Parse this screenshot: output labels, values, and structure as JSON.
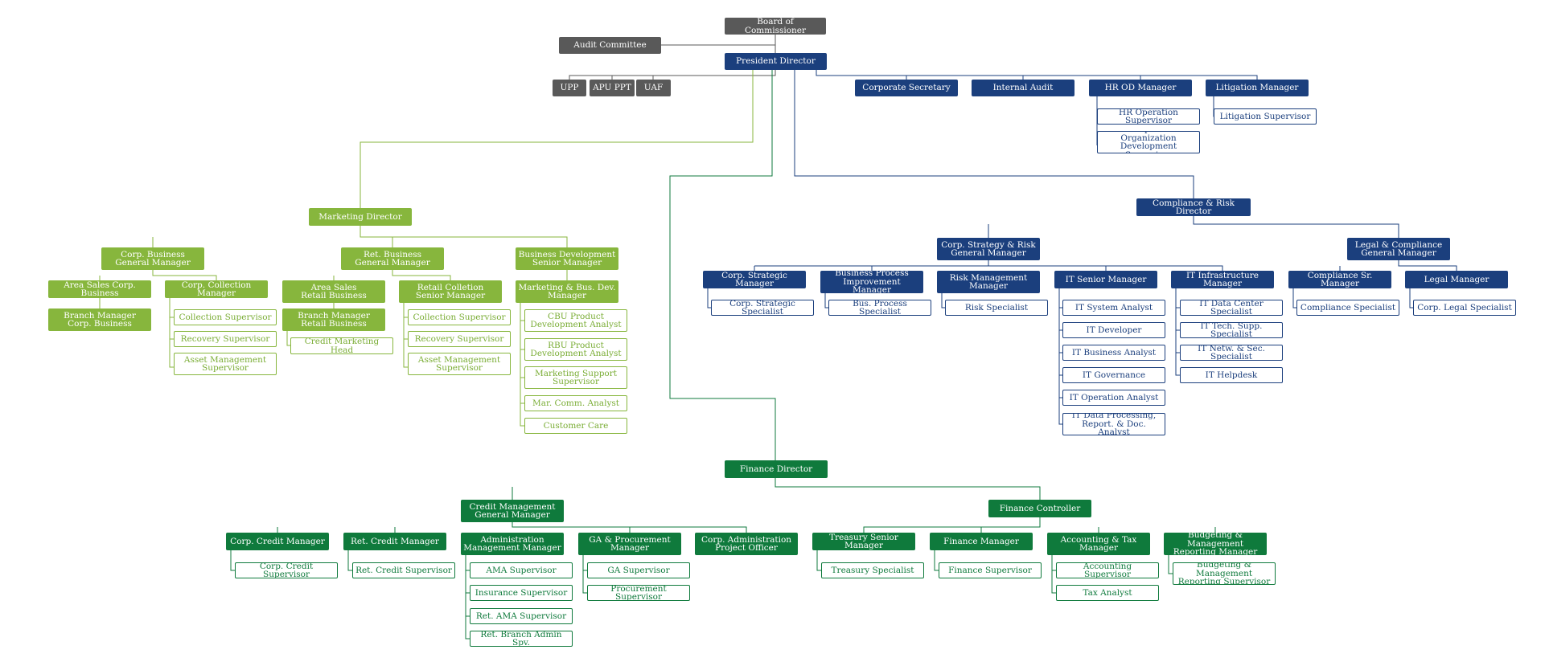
{
  "colors": {
    "gray": "#595959",
    "blue": "#1b3f7d",
    "light_green": "#87b63d",
    "dark_green": "#0f7a3c"
  },
  "nodes": {
    "board": "Board of Commissioner",
    "audit_committee": "Audit Committee",
    "president": "President Director",
    "upp": "UPP",
    "apu_ppt": "APU PPT",
    "uaf": "UAF",
    "corp_secretary": "Corporate Secretary",
    "internal_audit": "Internal Audit",
    "hr_od_mgr": "HR OD Manager",
    "litigation_mgr": "Litigation Manager",
    "hr_op_spv": "HR Operation Supervisor",
    "people_org_spv": "People & Organization\nDevelopment Supervisor",
    "litigation_spv": "Litigation Supervisor",
    "marketing_dir": "Marketing Director",
    "corp_biz_gm": "Corp. Business\nGeneral Manager",
    "ret_biz_gm": "Ret. Business\nGeneral Manager",
    "bizdev_sm": "Business Development\nSenior Manager",
    "area_sales_corp": "Area Sales Corp. Business",
    "corp_coll_mgr": "Corp. Collection Manager",
    "branch_mgr_corp": "Branch Manager\nCorp. Business",
    "corp_coll_spv": "Collection Supervisor",
    "corp_recov_spv": "Recovery Supervisor",
    "corp_asset_spv": "Asset Management\nSupervisor",
    "area_sales_ret": "Area Sales\nRetail Business",
    "ret_coll_sm": "Retail Colletion\nSenior Manager",
    "branch_mgr_ret": "Branch Manager\nRetail Business",
    "credit_mkt_head": "Credit Marketing Head",
    "ret_coll_spv": "Collection Supervisor",
    "ret_recov_spv": "Recovery Supervisor",
    "ret_asset_spv": "Asset Management\nSupervisor",
    "mkt_bizdev_mgr": "Marketing & Bus. Dev.\nManager",
    "cbu_analyst": "CBU Product\nDevelopment Analyst",
    "rbu_analyst": "RBU Product\nDevelopment Analyst",
    "mkt_support_spv": "Marketing Support\nSupervisor",
    "mar_comm": "Mar. Comm. Analyst",
    "customer_care": "Customer Care",
    "compliance_risk_dir": "Compliance & Risk Director",
    "corp_strat_risk_gm": "Corp. Strategy & Risk\nGeneral Manager",
    "legal_compliance_gm": "Legal & Compliance\nGeneral Manager",
    "corp_strat_mgr": "Corp. Strategic Manager",
    "bpi_mgr": "Business Process\nImprovement Manager",
    "risk_mgr": "Risk Management\nManager",
    "it_senior_mgr": "IT Senior Manager",
    "it_infra_mgr": "IT Infrastructure Manager",
    "compliance_sr_mgr": "Compliance Sr. Manager",
    "legal_mgr": "Legal Manager",
    "corp_strat_spec": "Corp. Strategic Specialist",
    "bus_proc_spec": "Bus. Process Specialist",
    "risk_spec": "Risk Specialist",
    "it_sys_analyst": "IT System Analyst",
    "it_dev": "IT Developer",
    "it_biz_analyst": "IT Business Analyst",
    "it_gov": "IT Governance",
    "it_op_analyst": "IT Operation Analyst",
    "it_data_proc": "IT Data Processing,\nReport. & Doc. Analyst",
    "it_dc_spec": "IT Data Center Specialist",
    "it_tech_supp": "IT Tech. Supp. Specialist",
    "it_netw_sec": "IT Netw. & Sec. Specialist",
    "it_helpdesk": "IT Helpdesk",
    "compliance_spec": "Compliance Specialist",
    "corp_legal_spec": "Corp. Legal Specialist",
    "finance_dir": "Finance Director",
    "credit_mgmt_gm": "Credit Management\nGeneral Manager",
    "finance_controller": "Finance Controller",
    "corp_credit_mgr": "Corp. Credit Manager",
    "ret_credit_mgr": "Ret. Credit Manager",
    "admin_mgmt_mgr": "Administration\nManagement Manager",
    "ga_proc_mgr": "GA & Procurement\nManager",
    "corp_admin_po": "Corp. Administration\nProject Officer",
    "corp_credit_spv": "Corp. Credit Supervisor",
    "ret_credit_spv": "Ret. Credit Supervisor",
    "ama_spv": "AMA Supervisor",
    "insurance_spv": "Insurance Supervisor",
    "ret_ama_spv": "Ret. AMA Supervisor",
    "ret_branch_admin": "Ret. Branch Admin Spv.",
    "ga_spv": "GA Supervisor",
    "proc_spv": "Procurement Supervisor",
    "treasury_sm": "Treasury Senior Manager",
    "finance_mgr": "Finance Manager",
    "acct_tax_mgr": "Accounting & Tax\nManager",
    "budget_mgr": "Budgeting & Management\nReporting Manager",
    "treasury_spec": "Treasury Specialist",
    "finance_spv": "Finance Supervisor",
    "acct_spv": "Accounting Supervisor",
    "tax_analyst": "Tax Analyst",
    "budget_spv": "Budgeting & Management\nReporting Supervisor"
  }
}
